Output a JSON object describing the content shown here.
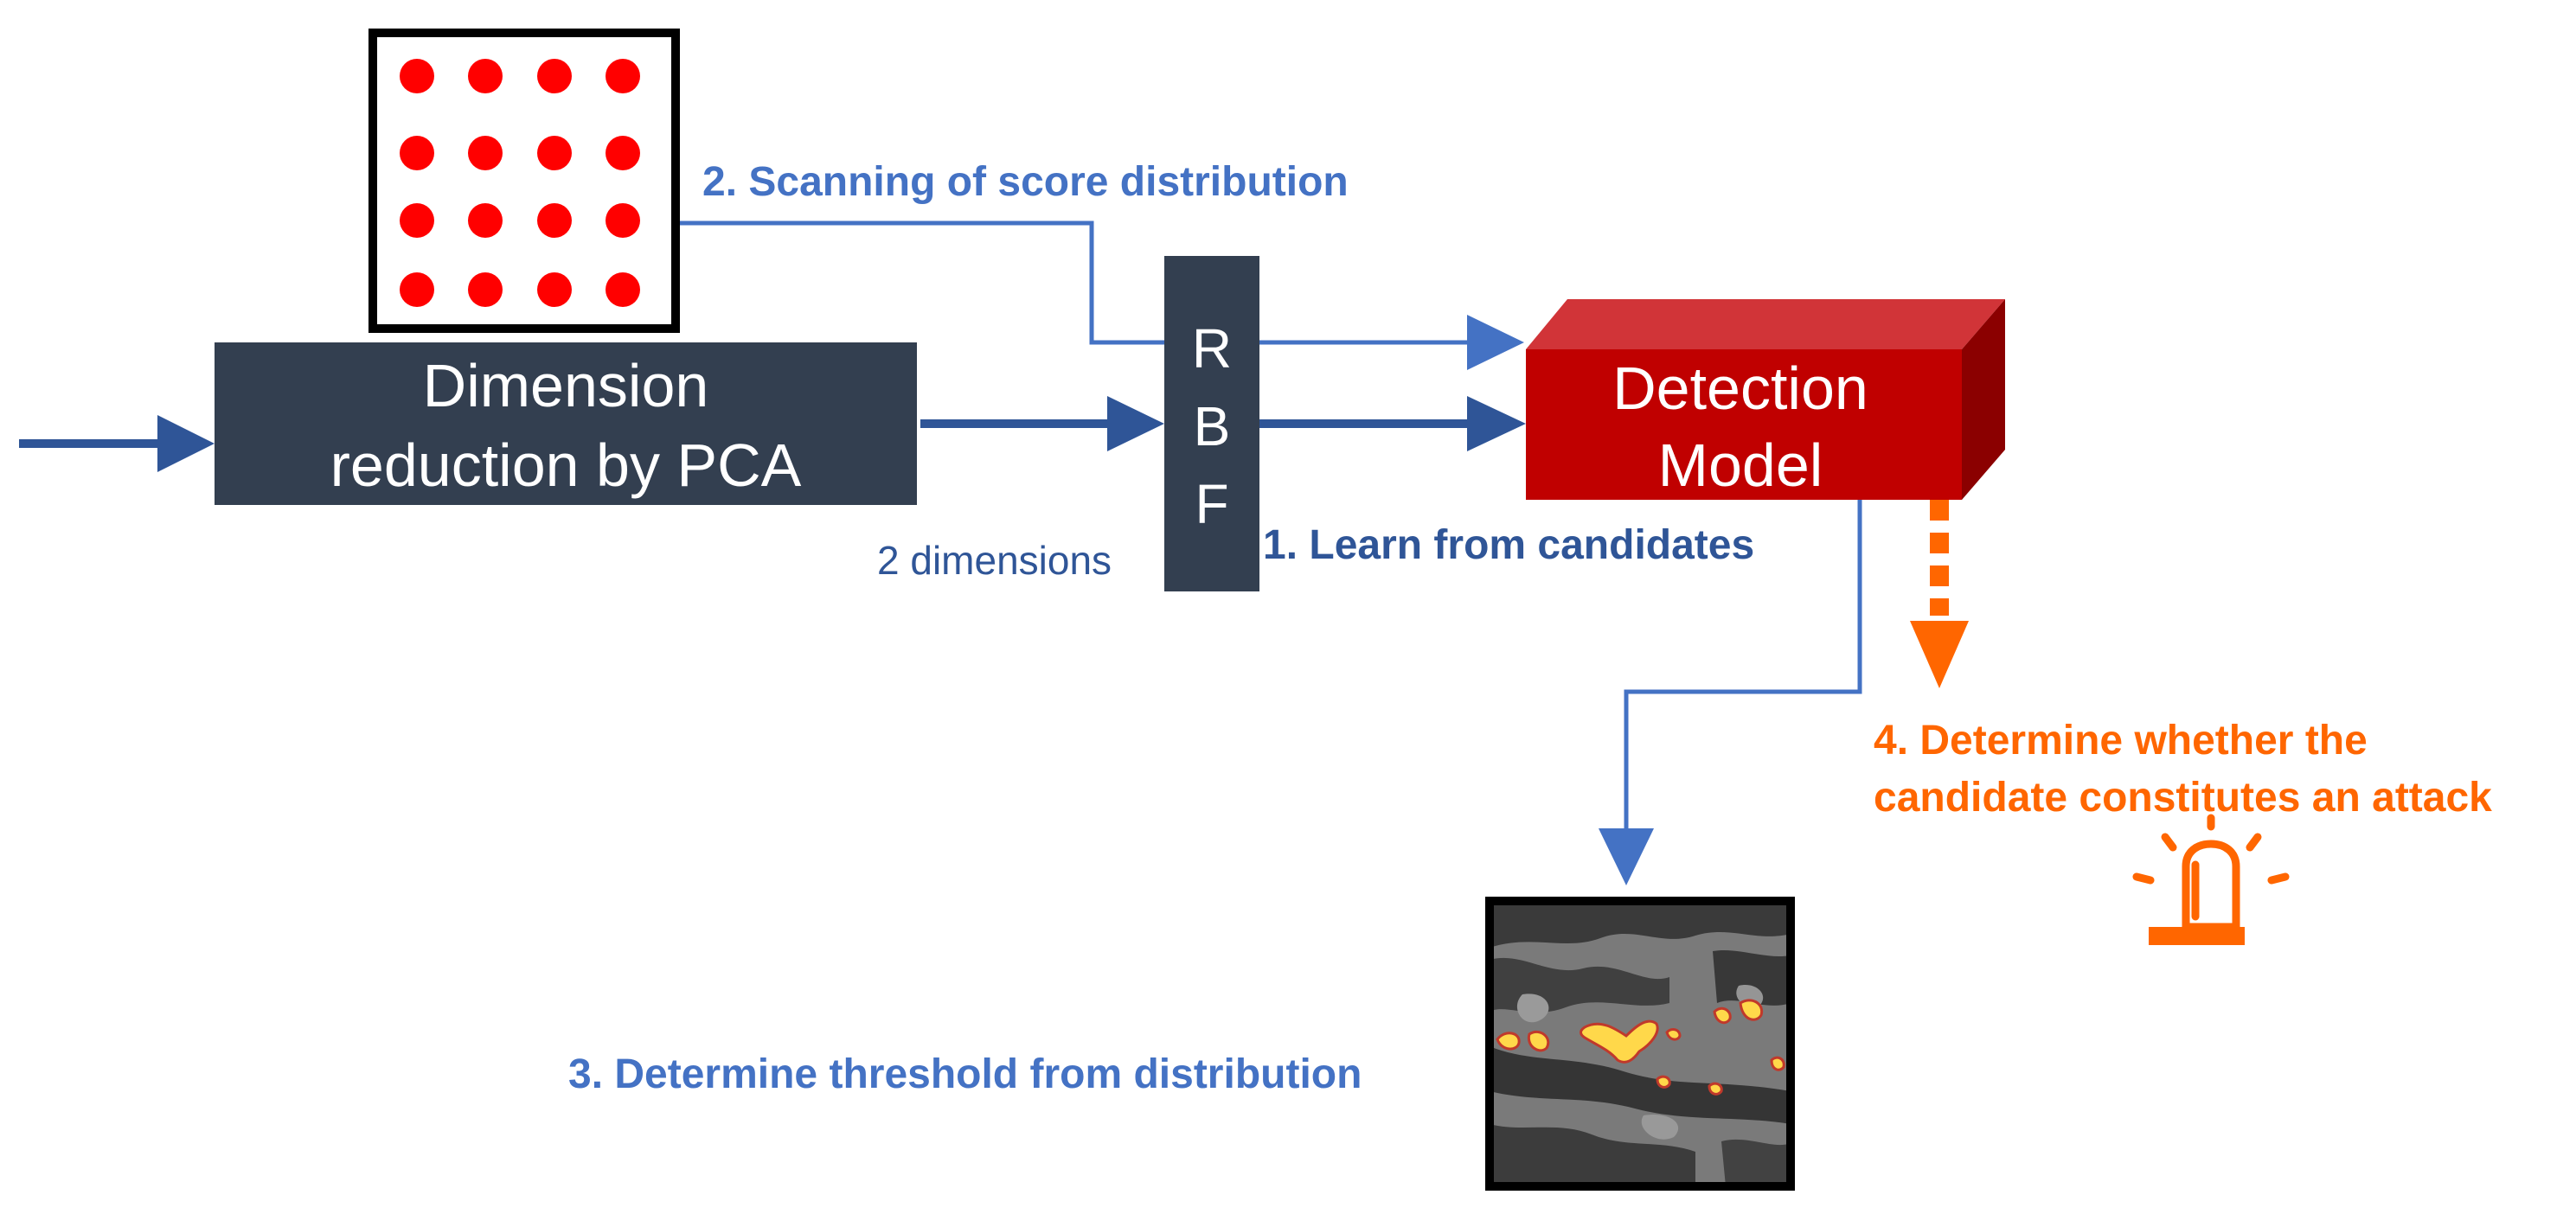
{
  "pca_box": {
    "line1": "Dimension",
    "line2": "reduction by PCA"
  },
  "rbf_box": {
    "letters": [
      "R",
      "B",
      "F"
    ]
  },
  "detection_model": {
    "line1": "Detection",
    "line2": "Model"
  },
  "labels": {
    "step1": "1. Learn from candidates",
    "step2": "2. Scanning of score distribution",
    "step3": "3. Determine threshold from distribution",
    "step4_line1": "4. Determine whether the",
    "step4_line2": "candidate constitutes an attack",
    "dimensions": "2 dimensions"
  },
  "icons": {
    "grid": "dot-grid-icon",
    "heatmap": "score-heatmap-image",
    "alarm": "alarm-siren-icon"
  },
  "colors": {
    "dark_box": "#333f50",
    "arrow_dark": "#2f5597",
    "arrow_light": "#4472c4",
    "detection_front": "#c00000",
    "detection_top": "#d13438",
    "detection_side": "#8b0000",
    "dot_red": "#ff0000",
    "orange": "#ff6600"
  }
}
